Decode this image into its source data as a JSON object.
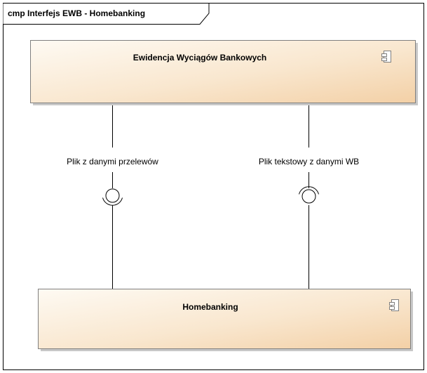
{
  "frame": {
    "title": "cmp Interfejs EWB - Homebanking"
  },
  "components": {
    "ewb": {
      "name": "Ewidencja Wyciągów Bankowych"
    },
    "homebanking": {
      "name": "Homebanking"
    }
  },
  "interfaces": {
    "przelewy": {
      "label": "Plik z danymi przelewów"
    },
    "tekstowy": {
      "label": "Plik tekstowy z danymi WB"
    }
  },
  "colors": {
    "component_fill_light": "#fdf6ec",
    "component_fill_dark": "#f5d7b0",
    "component_border": "#7f7f7f",
    "line": "#000000",
    "shadow": "#c8c8c8"
  },
  "icons": {
    "component": "component-icon",
    "socket": "required-interface-socket",
    "lollipop": "provided-interface-ball"
  }
}
